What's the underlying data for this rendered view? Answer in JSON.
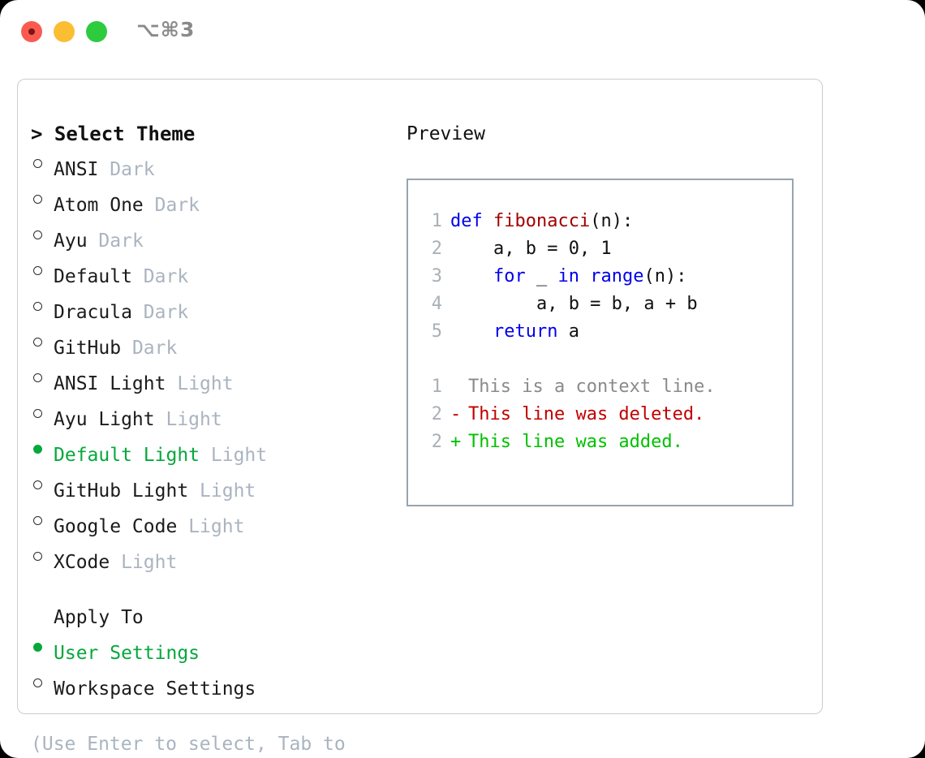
{
  "window": {
    "shortcut": "⌥⌘3",
    "traffic_lights": [
      {
        "name": "close",
        "color": "#fb5a50"
      },
      {
        "name": "minimize",
        "color": "#fbbe33"
      },
      {
        "name": "zoom",
        "color": "#2ecb3f"
      }
    ]
  },
  "colors": {
    "selected": "#06a83c",
    "muted": "#aab4c0",
    "text": "#1b1b1b",
    "keyword": "#0000ee",
    "function": "#a00000",
    "diff_removed": "#c00000",
    "diff_added": "#00c000",
    "panel_border": "#c9ccd1",
    "preview_border": "#97a3b0"
  },
  "theme_section": {
    "heading": "> Select Theme",
    "options": [
      {
        "label": "ANSI",
        "meta": "Dark",
        "selected": false
      },
      {
        "label": "Atom One",
        "meta": "Dark",
        "selected": false
      },
      {
        "label": "Ayu",
        "meta": "Dark",
        "selected": false
      },
      {
        "label": "Default",
        "meta": "Dark",
        "selected": false
      },
      {
        "label": "Dracula",
        "meta": "Dark",
        "selected": false
      },
      {
        "label": "GitHub",
        "meta": "Dark",
        "selected": false
      },
      {
        "label": "ANSI Light",
        "meta": "Light",
        "selected": false
      },
      {
        "label": "Ayu Light",
        "meta": "Light",
        "selected": false
      },
      {
        "label": "Default Light",
        "meta": "Light",
        "selected": true
      },
      {
        "label": "GitHub Light",
        "meta": "Light",
        "selected": false
      },
      {
        "label": "Google Code",
        "meta": "Light",
        "selected": false
      },
      {
        "label": "XCode",
        "meta": "Light",
        "selected": false
      }
    ]
  },
  "apply_section": {
    "heading": "Apply To",
    "options": [
      {
        "label": "User Settings",
        "selected": true
      },
      {
        "label": "Workspace Settings",
        "selected": false
      }
    ]
  },
  "hint": "(Use Enter to select, Tab to change focus)",
  "preview": {
    "title": "Preview",
    "code_lines": [
      {
        "number": "1",
        "tokens": [
          {
            "text": "def ",
            "kind": "kw"
          },
          {
            "text": "fibonacci",
            "kind": "fn"
          },
          {
            "text": "(n):",
            "kind": "pl"
          }
        ]
      },
      {
        "number": "2",
        "tokens": [
          {
            "text": "    a, b = 0, 1",
            "kind": "pl"
          }
        ]
      },
      {
        "number": "3",
        "tokens": [
          {
            "text": "    ",
            "kind": "pl"
          },
          {
            "text": "for",
            "kind": "kw"
          },
          {
            "text": " _ ",
            "kind": "pl"
          },
          {
            "text": "in",
            "kind": "kw"
          },
          {
            "text": " ",
            "kind": "pl"
          },
          {
            "text": "range",
            "kind": "kw"
          },
          {
            "text": "(n):",
            "kind": "pl"
          }
        ]
      },
      {
        "number": "4",
        "tokens": [
          {
            "text": "        a, b = b, a + b",
            "kind": "pl"
          }
        ]
      },
      {
        "number": "5",
        "tokens": [
          {
            "text": "    ",
            "kind": "pl"
          },
          {
            "text": "return",
            "kind": "kw"
          },
          {
            "text": " a",
            "kind": "pl"
          }
        ]
      }
    ],
    "diff_lines": [
      {
        "number": "1",
        "marker": " ",
        "text": "This is a context line.",
        "kind": "ctx"
      },
      {
        "number": "2",
        "marker": "-",
        "text": "This line was deleted.",
        "kind": "del"
      },
      {
        "number": "2",
        "marker": "+",
        "text": "This line was added.",
        "kind": "add"
      }
    ]
  }
}
